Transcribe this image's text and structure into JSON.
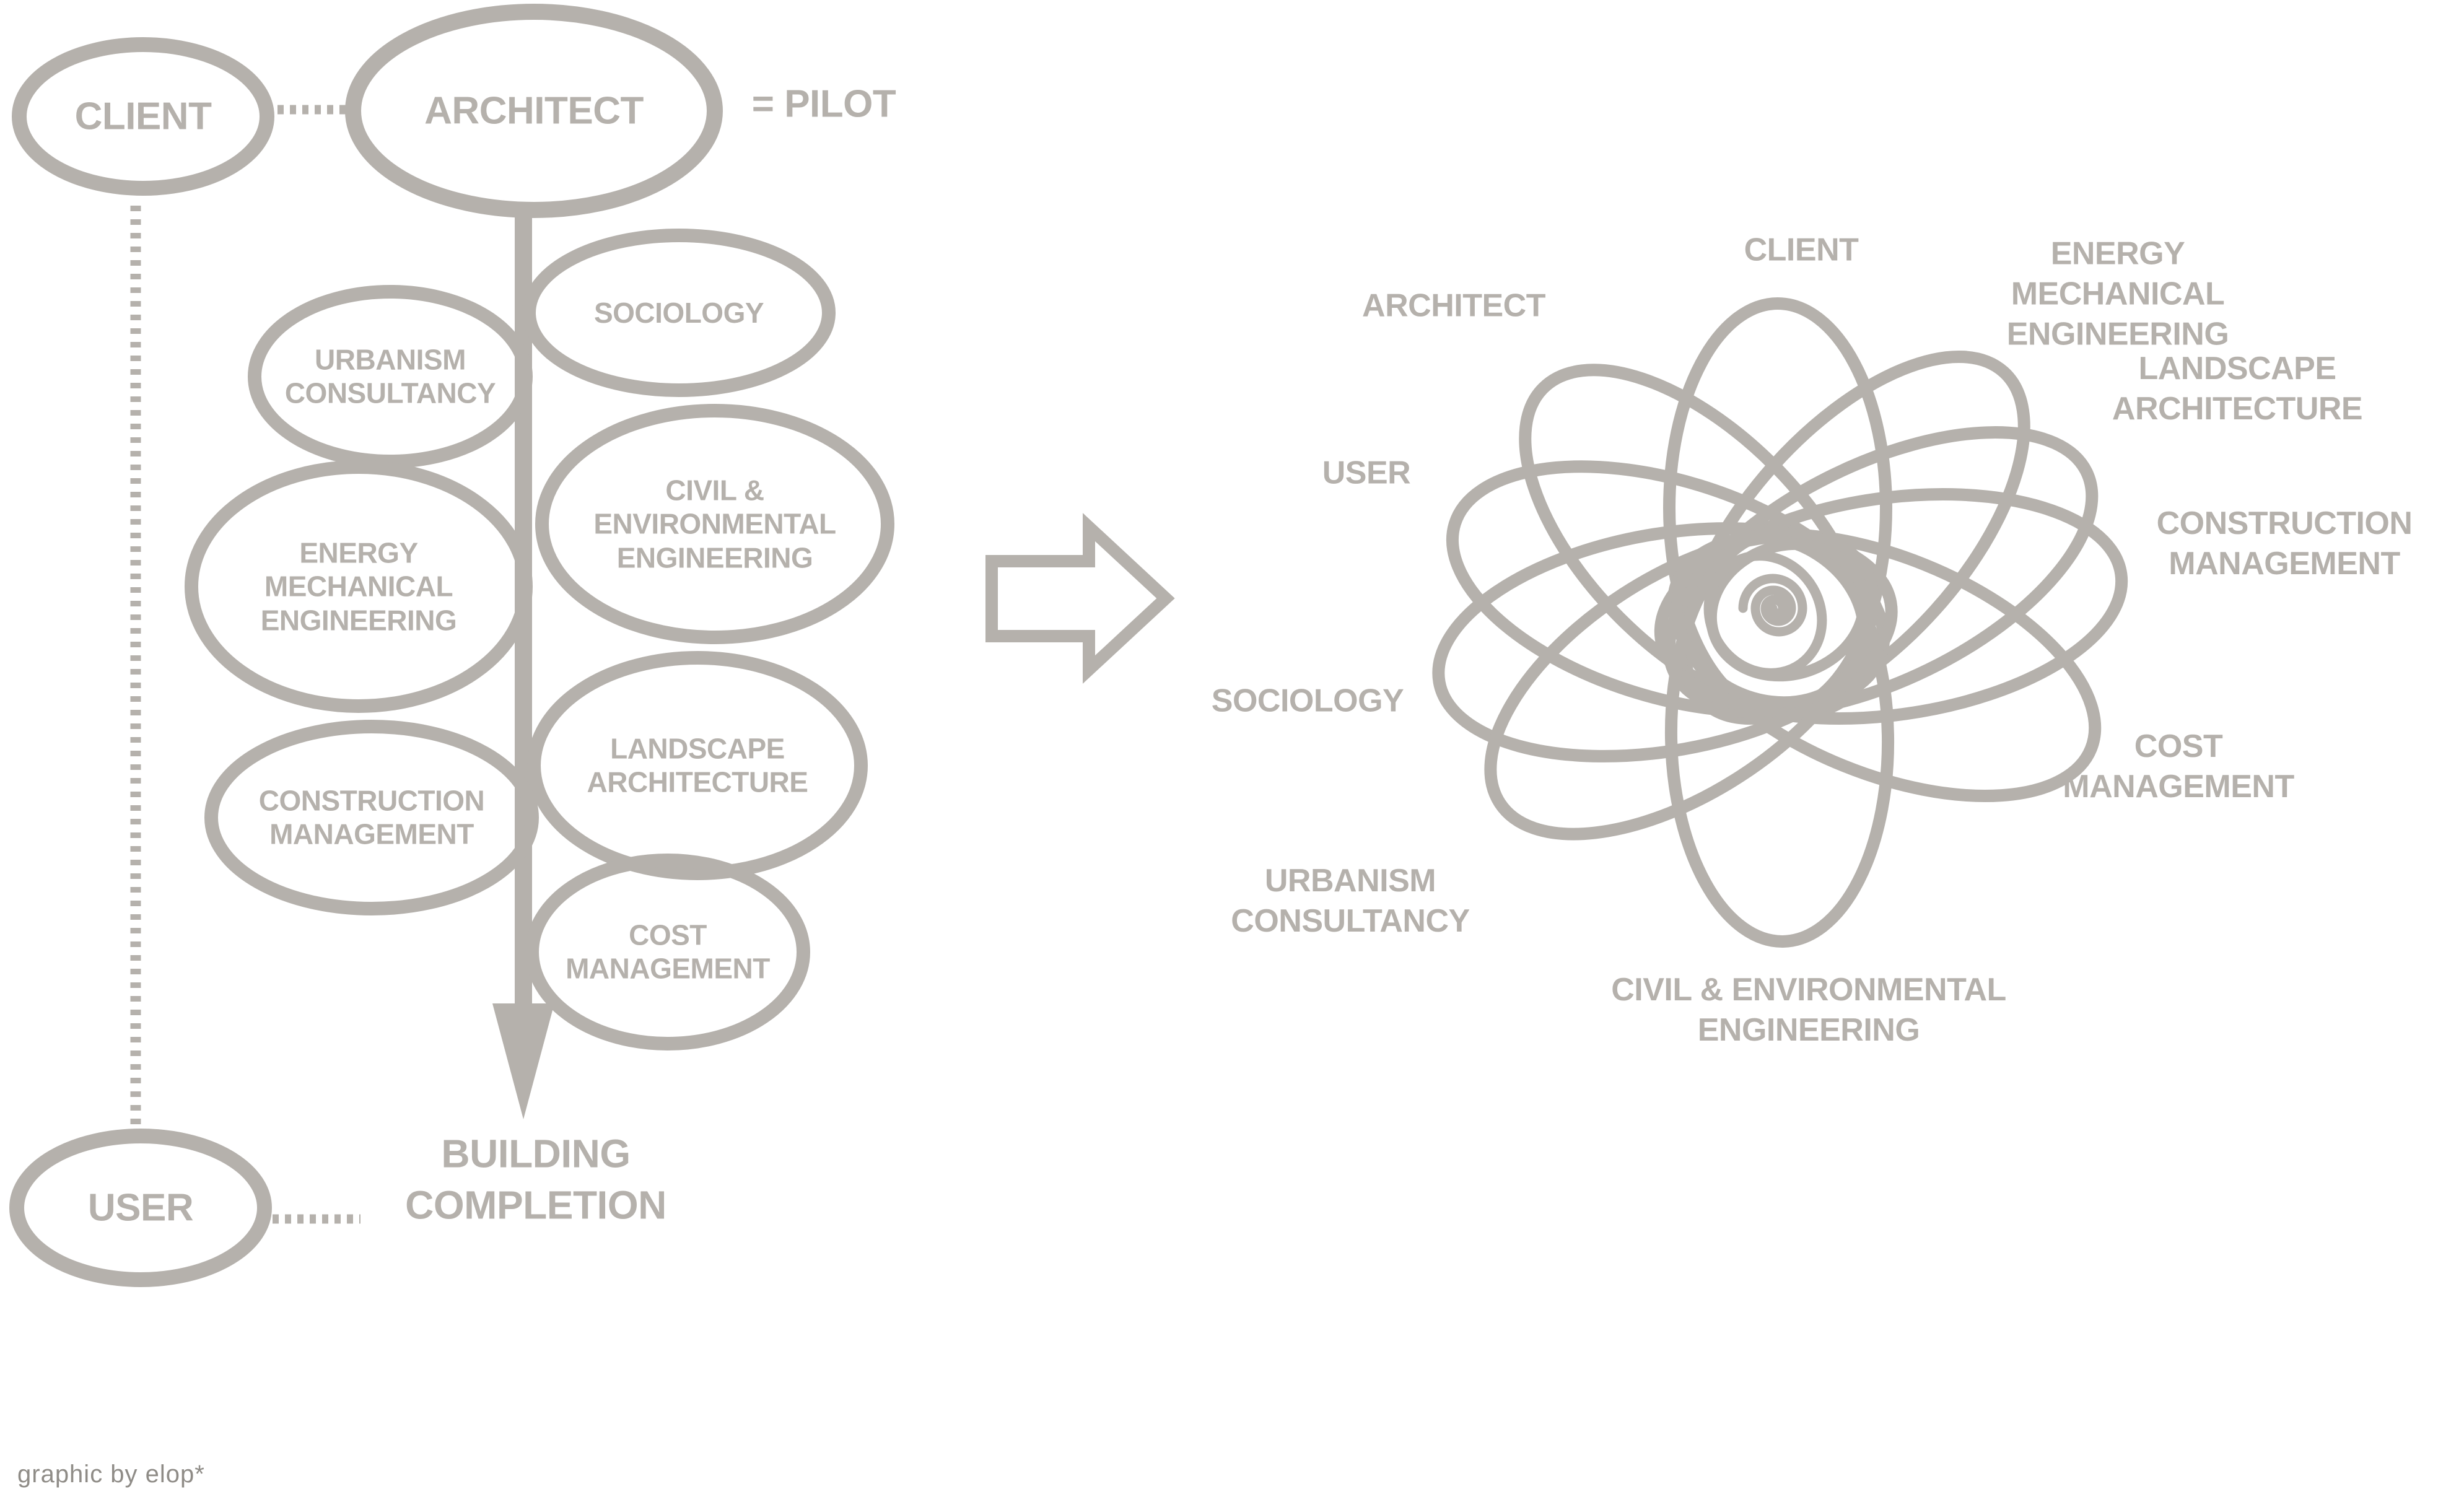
{
  "palette": {
    "diagram_gray": "#b5b1ac",
    "footer_gray": "#8f8c87",
    "background": "#ffffff"
  },
  "left_diagram": {
    "client_label": "CLIENT",
    "architect_label": "ARCHITECT",
    "pilot_label": "= PILOT",
    "user_label": "USER",
    "building_completion_label": "BUILDING\nCOMPLETION",
    "disciplines": [
      {
        "id": "sociology",
        "label": "SOCIOLOGY"
      },
      {
        "id": "urbanism-consultancy",
        "label": "URBANISM\nCONSULTANCY"
      },
      {
        "id": "civil-environmental-engineering",
        "label": "CIVIL &\nENVIRONMENTAL\nENGINEERING"
      },
      {
        "id": "energy-mechanical-engineering",
        "label": "ENERGY\nMECHANICAL\nENGINEERING"
      },
      {
        "id": "landscape-architecture",
        "label": "LANDSCAPE\nARCHITECTURE"
      },
      {
        "id": "construction-management",
        "label": "CONSTRUCTION\nMANAGEMENT"
      },
      {
        "id": "cost-management",
        "label": "COST\nMANAGEMENT"
      }
    ]
  },
  "right_diagram": {
    "labels": [
      {
        "id": "architect",
        "text": "ARCHITECT"
      },
      {
        "id": "client",
        "text": "CLIENT"
      },
      {
        "id": "energy-mechanical-engineering",
        "text": "ENERGY MECHANICAL\nENGINEERING"
      },
      {
        "id": "landscape-architecture",
        "text": "LANDSCAPE\nARCHITECTURE"
      },
      {
        "id": "user",
        "text": "USER"
      },
      {
        "id": "construction-management",
        "text": "CONSTRUCTION\nMANAGEMENT"
      },
      {
        "id": "sociology",
        "text": "SOCIOLOGY"
      },
      {
        "id": "cost-management",
        "text": "COST\nMANAGEMENT"
      },
      {
        "id": "urbanism-consultancy",
        "text": "URBANISM\nCONSULTANCY"
      },
      {
        "id": "civil-environmental-engineering",
        "text": "CIVIL & ENVIRONMENTAL\nENGINEERING"
      }
    ]
  },
  "footer": {
    "credit": "graphic by elop*"
  }
}
